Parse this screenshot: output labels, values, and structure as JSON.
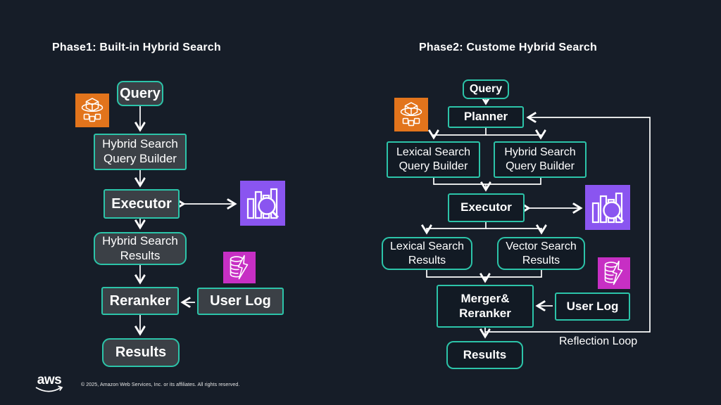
{
  "slide": {
    "background_color": "#161d28",
    "accent_teal": "#2cc4a9",
    "left_box_fill": "#3b4046",
    "right_box_fill": "#121a24",
    "orange_icon_color": "#e2741c",
    "purple_icon_color": "#8a55f0",
    "magenta_icon_color": "#c72fc4",
    "line_color": "#ffffff"
  },
  "phase1": {
    "title": "Phase1: Built-in Hybrid Search",
    "nodes": {
      "query": "Query",
      "query_builder": "Hybrid Search Query Builder",
      "executor": "Executor",
      "search_results": "Hybrid Search Results",
      "reranker": "Reranker",
      "user_log": "User Log",
      "results": "Results"
    }
  },
  "phase2": {
    "title": "Phase2: Custome Hybrid Search",
    "nodes": {
      "query": "Query",
      "planner": "Planner",
      "lexical_query_builder": "Lexical Search Query Builder",
      "hybrid_query_builder": "Hybrid Search Query Builder",
      "executor": "Executor",
      "lexical_results": "Lexical Search Results",
      "vector_results": "Vector Search Results",
      "merger_reranker": "Merger& Reranker",
      "user_log": "User Log",
      "results": "Results",
      "reflection_label": "Reflection Loop"
    }
  },
  "icons": {
    "genai_cube": "genai-cube-icon",
    "search_analytics": "search-analytics-icon",
    "database_flash": "database-flash-icon",
    "aws_smile": "aws-logo"
  },
  "footer": {
    "logo_text": "aws",
    "copyright": "© 2025, Amazon Web Services, Inc. or its affiliates. All rights reserved."
  }
}
